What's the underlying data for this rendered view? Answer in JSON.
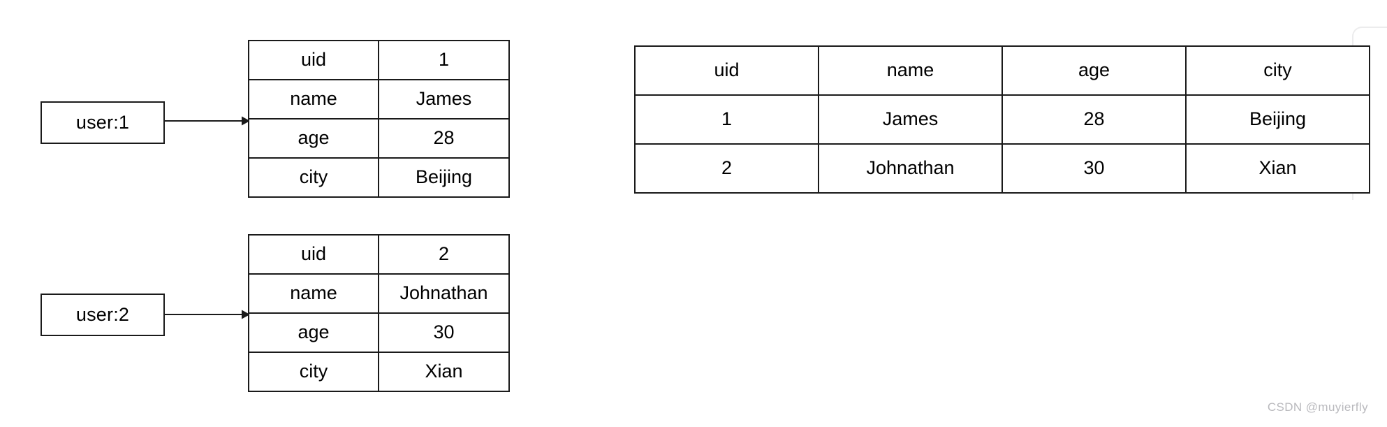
{
  "diagram": {
    "title": "redis-hash-vs-relational-table",
    "ink_color": "#1a1a1a",
    "background_color": "#ffffff"
  },
  "key_boxes": [
    {
      "label": "user:1",
      "arrow_name": "arrow-to-hash-1"
    },
    {
      "label": "user:2",
      "arrow_name": "arrow-to-hash-2"
    }
  ],
  "hash_tables": [
    {
      "name": "hash-table-user-1",
      "rows": [
        {
          "field": "uid",
          "value": "1"
        },
        {
          "field": "name",
          "value": "James"
        },
        {
          "field": "age",
          "value": "28"
        },
        {
          "field": "city",
          "value": "Beijing"
        }
      ]
    },
    {
      "name": "hash-table-user-2",
      "rows": [
        {
          "field": "uid",
          "value": "2"
        },
        {
          "field": "name",
          "value": "Johnathan"
        },
        {
          "field": "age",
          "value": "30"
        },
        {
          "field": "city",
          "value": "Xian"
        }
      ]
    }
  ],
  "record_table": {
    "name": "relational-record-table",
    "headers": [
      "uid",
      "name",
      "age",
      "city"
    ],
    "rows": [
      [
        "1",
        "James",
        "28",
        "Beijing"
      ],
      [
        "2",
        "Johnathan",
        "30",
        "Xian"
      ]
    ]
  },
  "watermark": {
    "text": "CSDN @muyierfly",
    "color": "#b9b9bd"
  }
}
